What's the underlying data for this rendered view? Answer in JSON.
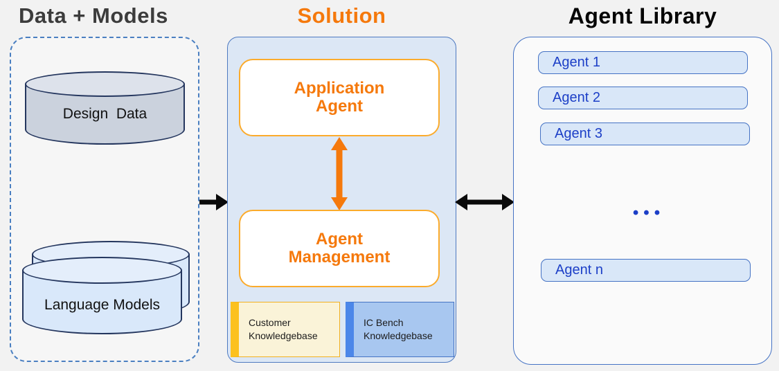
{
  "data_models": {
    "title": "Data + Models",
    "design_data_label": "Design  Data",
    "language_models_label": "Language Models"
  },
  "solution": {
    "title": "Solution",
    "application_agent_label": "Application Agent",
    "agent_management_label": "Agent Management",
    "knowledgebases": [
      {
        "label": "Customer Knowledgebase"
      },
      {
        "label": "IC Bench Knowledgebase"
      }
    ]
  },
  "agent_library": {
    "title": "Agent Library",
    "agents": [
      "Agent 1",
      "Agent 2",
      "Agent 3"
    ],
    "ellipsis": "•••",
    "agent_n": "Agent n"
  },
  "colors": {
    "accent_orange": "#F5790C",
    "orange_box_border": "#FBAB2C",
    "blue_border": "#4472C4",
    "agent_text_blue": "#1C3FC7",
    "solution_fill": "#DCE7F5",
    "agent_item_fill": "#D9E7F8",
    "customer_kb_fill": "#FAF3D8",
    "customer_kb_bar": "#FCC11F",
    "icbench_kb_fill": "#A8C7F0",
    "icbench_kb_bar": "#4C87E9",
    "cylinder_gray_fill": "#CBD2DD",
    "cylinder_blue_fill": "#D9E8FA",
    "cylinder_outline": "#24365E",
    "dashed_border_blue": "#4A7FC1",
    "arrow_black": "#0A0A0A",
    "title_dark_gray": "#3C3C3C",
    "background": "#F2F2F2"
  }
}
